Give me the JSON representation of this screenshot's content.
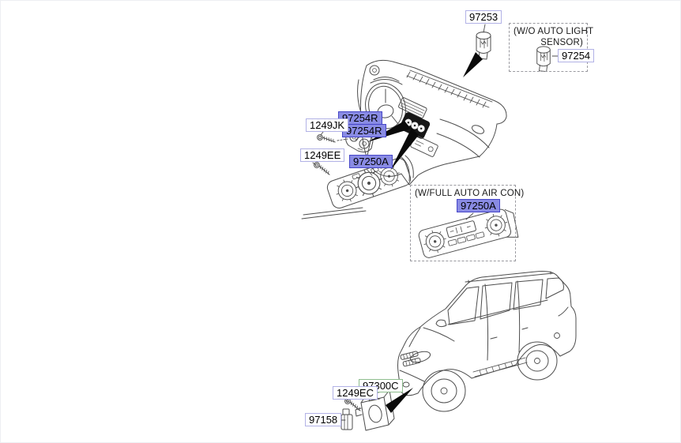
{
  "page": {
    "background": "#ffffff",
    "description": "Heater / climate control parts diagram with dashboard and vehicle line art"
  },
  "colors": {
    "highlight_fill": "#898be4",
    "highlight_border": "#4646c8",
    "label_border_blue": "#b2b2e6",
    "label_border_green": "#8fbe8f",
    "line_art": "#4d4d4d",
    "arrow": "#0a0a0a"
  },
  "labels": {
    "l97253": "97253",
    "l97254": "97254",
    "l1249jk": "1249JK",
    "l97254r_a": "97254R",
    "l97254r_b": "97254R",
    "l1249ee": "1249EE",
    "l97250a_manual": "97250A",
    "l97250a_auto": "97250A",
    "l97300c": "97300C",
    "l1249ec": "1249EC",
    "l97158": "97158"
  },
  "highlighted_parts": [
    "97254R",
    "97250A"
  ],
  "callout_boxes": {
    "wo_auto_light_sensor": {
      "line1": "(W/O AUTO LIGHT",
      "line2": "SENSOR)"
    },
    "w_full_auto_air_con": {
      "caption": "(W/FULL AUTO AIR CON)"
    }
  }
}
